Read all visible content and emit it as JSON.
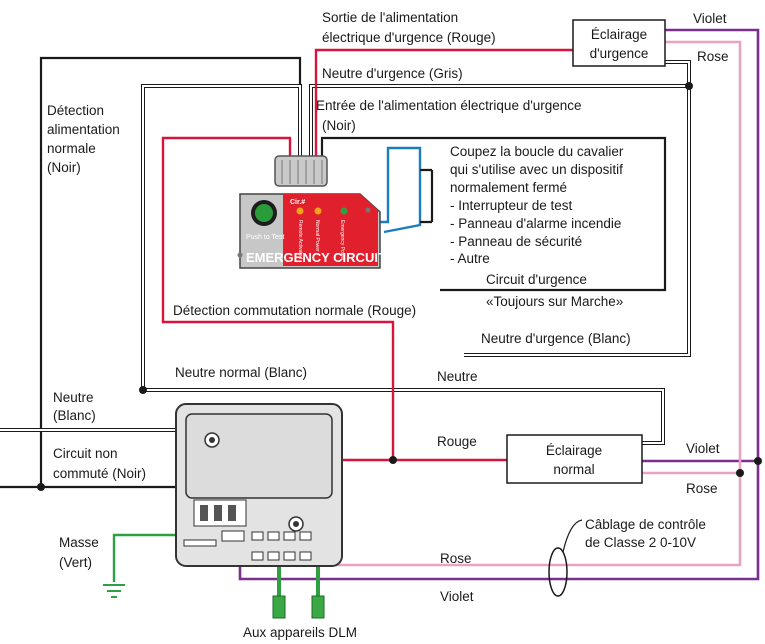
{
  "labels": {
    "sortie_alim": [
      "Sortie de l'alimentation",
      "électrique d'urgence (Rouge)"
    ],
    "eclairage_urgence": [
      "Éclairage",
      "d'urgence"
    ],
    "violet_top": "Violet",
    "rose_top": "Rose",
    "neutre_urgence_gris": "Neutre d'urgence (Gris)",
    "entree_alim": [
      "Entrée de l'alimentation électrique d'urgence",
      "(Noir)"
    ],
    "detection_alim": [
      "Détection",
      "alimentation",
      "normale",
      "(Noir)"
    ],
    "note": [
      "Coupez la boucle du cavalier",
      "qui s'utilise avec un dispositif",
      "normalement fermé",
      "- Interrupteur de test",
      "- Panneau d'alarme incendie",
      "- Panneau de sécurité",
      "- Autre"
    ],
    "circuit_urgence": "Circuit d'urgence",
    "toujours_marche": "«Toujours sur Marche»",
    "detection_commutation": "Détection commutation normale (Rouge)",
    "neutre_urgence_blanc": "Neutre d'urgence (Blanc)",
    "neutre_normal": "Neutre normal (Blanc)",
    "neutre": "Neutre",
    "neutre_blanc": [
      "Neutre",
      "(Blanc)"
    ],
    "circuit_non_commute": [
      "Circuit non",
      "commuté (Noir)"
    ],
    "rouge": "Rouge",
    "eclairage_normal": [
      "Éclairage",
      "normal"
    ],
    "violet_mid": "Violet",
    "rose_mid": "Rose",
    "cablage": [
      "Câblage de contrôle",
      "de Classe 2 0-10V"
    ],
    "masse": [
      "Masse",
      "(Vert)"
    ],
    "rose_bottom": "Rose",
    "violet_bottom": "Violet",
    "aux_appareils": "Aux appareils DLM"
  },
  "device": {
    "cir_label": "Cir.#",
    "push_to_test": "Push to Test",
    "indicator_1": "Remote Activated",
    "indicator_2": "Normal Power",
    "indicator_3": "Emergency Power",
    "brand_text": "EMERGENCY CIRCUIT"
  }
}
